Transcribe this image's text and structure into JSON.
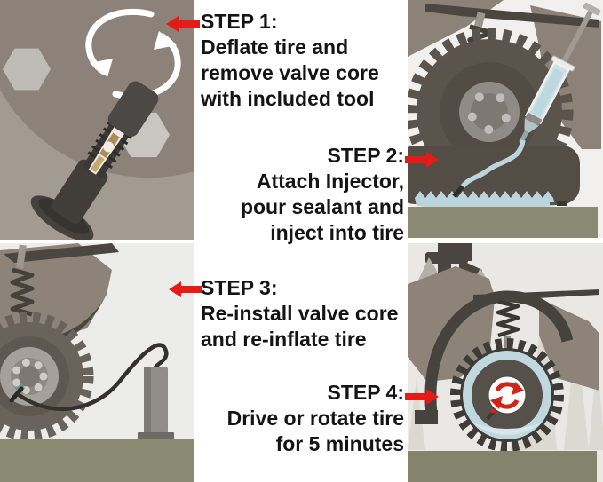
{
  "steps": [
    {
      "label": "STEP 1:",
      "lines": [
        "Deflate tire and",
        "remove valve core",
        "with included tool"
      ],
      "arrow_direction": "left"
    },
    {
      "label": "STEP 2:",
      "lines": [
        "Attach Injector,",
        "pour sealant and",
        "inject into tire"
      ],
      "arrow_direction": "right"
    },
    {
      "label": "STEP 3:",
      "lines": [
        "Re-install valve core",
        "and re-inflate tire"
      ],
      "arrow_direction": "left"
    },
    {
      "label": "STEP 4:",
      "lines": [
        "Drive or rotate tire",
        "for 5 minutes"
      ],
      "arrow_direction": "right"
    }
  ],
  "panels": [
    {
      "name": "deflate-remove-valve-core",
      "depicts": "tire valve stem with core-removal tool and white rotation arrows"
    },
    {
      "name": "attach-injector",
      "depicts": "ATV tire with syringe injector and blue sealant pooling inside tire"
    },
    {
      "name": "reinstall-reinflate",
      "depicts": "ATV tire connected by hose to an air pump"
    },
    {
      "name": "drive-rotate",
      "depicts": "ATV tire with blue sealant ring and red rotate icon"
    }
  ],
  "colors": {
    "arrow_red": "#e41b17",
    "rotate_icon_red": "#d2231b",
    "sealant_blue": "#bcd5dc",
    "ground_olive": "#8b8b73",
    "body_taupe": "#8d8379",
    "text_black": "#141414"
  }
}
